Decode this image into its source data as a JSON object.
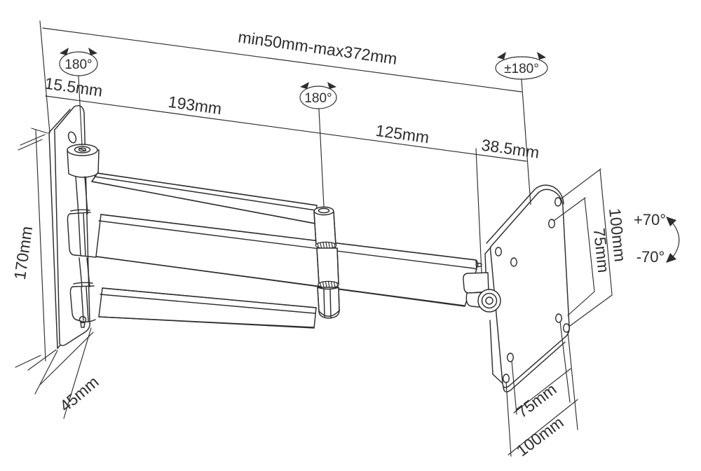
{
  "diagram": {
    "type": "technical-drawing",
    "subject": "Articulating monitor wall-mount arm dimensional drawing",
    "background_color": "#ffffff",
    "line_color": "#2d2d2d",
    "dimensions": {
      "extension_range": "min50mm-max372mm",
      "wall_to_first_pivot": "15.5mm",
      "first_arm_length": "193mm",
      "second_arm_length": "125mm",
      "pivot_to_plate": "38.5mm",
      "wall_plate_height": "170mm",
      "wall_plate_depth": "45mm",
      "vesa_side_outer": "100mm",
      "vesa_side_inner": "75mm",
      "vesa_bottom_inner": "75mm",
      "vesa_bottom_outer": "100mm"
    },
    "rotations": {
      "wall_swivel": "180°",
      "elbow_swivel": "180°",
      "plate_swivel": "±180°",
      "tilt_up": "+70°",
      "tilt_down": "-70°"
    }
  }
}
